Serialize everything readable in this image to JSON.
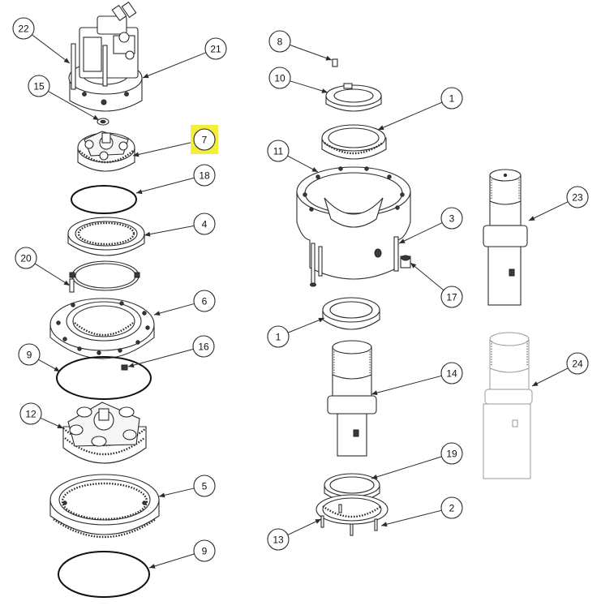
{
  "callouts": [
    {
      "id": "c22",
      "label": "22"
    },
    {
      "id": "c21",
      "label": "21"
    },
    {
      "id": "c15",
      "label": "15"
    },
    {
      "id": "c7",
      "label": "7",
      "highlighted": true
    },
    {
      "id": "c18",
      "label": "18"
    },
    {
      "id": "c4",
      "label": "4"
    },
    {
      "id": "c20",
      "label": "20"
    },
    {
      "id": "c6",
      "label": "6"
    },
    {
      "id": "c9a",
      "label": "9"
    },
    {
      "id": "c16",
      "label": "16"
    },
    {
      "id": "c12",
      "label": "12"
    },
    {
      "id": "c5",
      "label": "5"
    },
    {
      "id": "c9b",
      "label": "9"
    },
    {
      "id": "c8",
      "label": "8"
    },
    {
      "id": "c10",
      "label": "10"
    },
    {
      "id": "c1a",
      "label": "1"
    },
    {
      "id": "c11",
      "label": "11"
    },
    {
      "id": "c3",
      "label": "3"
    },
    {
      "id": "c17",
      "label": "17"
    },
    {
      "id": "c23",
      "label": "23"
    },
    {
      "id": "c1b",
      "label": "1"
    },
    {
      "id": "c14",
      "label": "14"
    },
    {
      "id": "c24",
      "label": "24"
    },
    {
      "id": "c19",
      "label": "19"
    },
    {
      "id": "c2",
      "label": "2"
    },
    {
      "id": "c13",
      "label": "13"
    }
  ],
  "colors": {
    "highlight": "#f2ee3a",
    "line": "#2b2b2b",
    "faint_part": "#9a9a9a"
  }
}
